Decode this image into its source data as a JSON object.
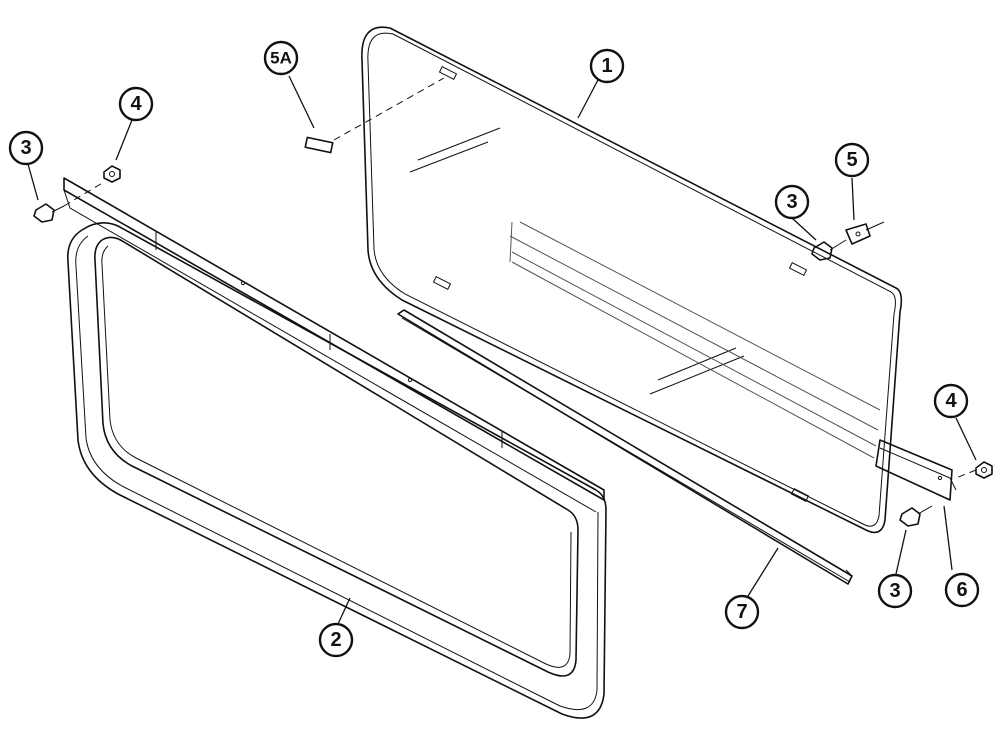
{
  "callouts": [
    {
      "id": "c1",
      "label": "1"
    },
    {
      "id": "c2",
      "label": "2"
    },
    {
      "id": "c3a",
      "label": "3"
    },
    {
      "id": "c3b",
      "label": "3"
    },
    {
      "id": "c3c",
      "label": "3"
    },
    {
      "id": "c4a",
      "label": "4"
    },
    {
      "id": "c4b",
      "label": "4"
    },
    {
      "id": "c5",
      "label": "5"
    },
    {
      "id": "c5a",
      "label": "5A"
    },
    {
      "id": "c6",
      "label": "6"
    },
    {
      "id": "c7",
      "label": "7"
    }
  ]
}
